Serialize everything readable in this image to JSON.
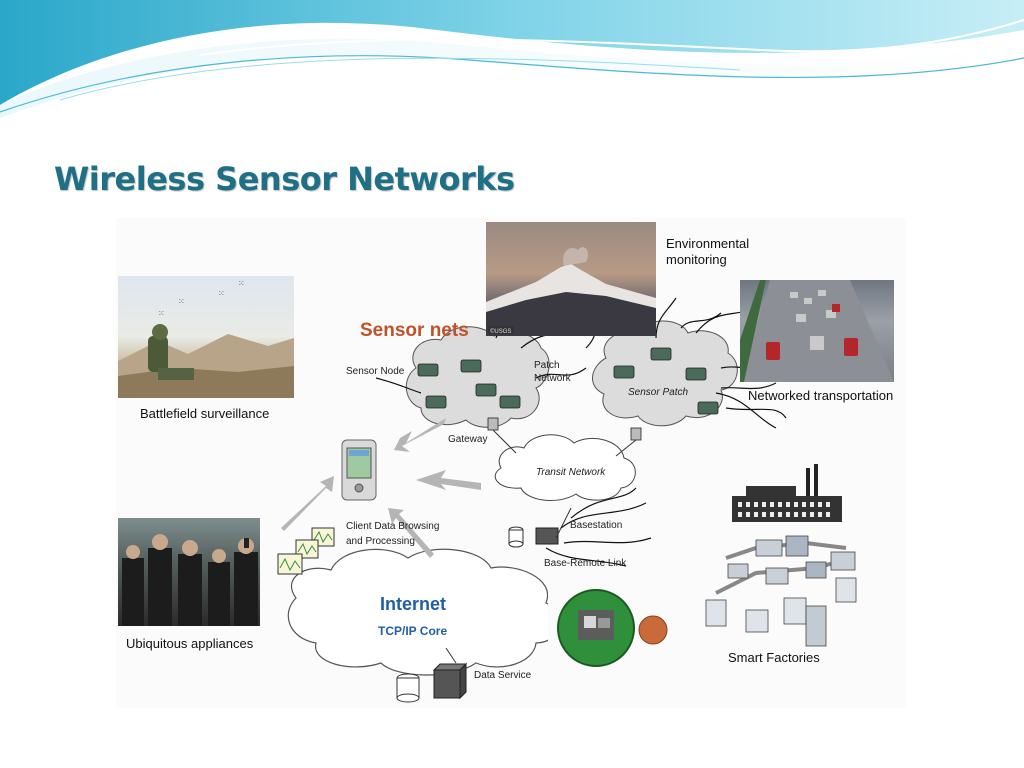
{
  "slide": {
    "title": "Wireless Sensor Networks"
  },
  "diagram": {
    "sensor_nets_heading": "Sensor nets",
    "labels": {
      "environmental_1": "Environmental",
      "environmental_2": "monitoring",
      "battlefield": "Battlefield surveillance",
      "networked_transportation": "Networked transportation",
      "ubiquitous": "Ubiquitous appliances",
      "smart_factories": "Smart Factories",
      "sensor_node": "Sensor Node",
      "patch_network_1": "Patch",
      "patch_network_2": "Network",
      "sensor_patch": "Sensor Patch",
      "gateway": "Gateway",
      "transit_network": "Transit Network",
      "client_1": "Client Data Browsing",
      "client_2": "and Processing",
      "basestation": "Basestation",
      "base_remote_link": "Base-Remote Link",
      "internet": "Internet",
      "tcpip": "TCP/IP Core",
      "data_service": "Data Service",
      "usgs": "©USGS"
    }
  },
  "colors": {
    "title": "#1f6f86",
    "sensor_nets": "#c0522a",
    "internet": "#1f5fa8",
    "arrow": "#b5b5b5"
  }
}
